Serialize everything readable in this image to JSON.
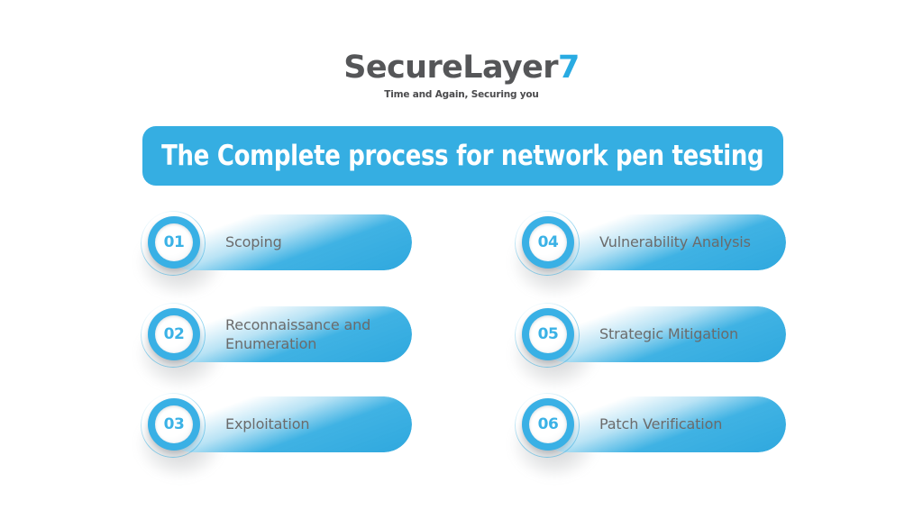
{
  "brand": {
    "name_main": "SecureLayer",
    "name_accent": "7",
    "tagline": "Time and Again, Securing you",
    "color_text": "#555658",
    "color_accent": "#29ABE2"
  },
  "banner": {
    "title": "The Complete process for network pen testing",
    "background_color": "#35AEE2",
    "text_color": "#FFFFFF"
  },
  "theme": {
    "accent_blue": "#39B0E5",
    "border_blue": "#2FA8DE",
    "label_gray": "#6B6B6B",
    "page_background": "#FFFFFF"
  },
  "steps": [
    {
      "number": "01",
      "label": "Scoping",
      "column": "left",
      "row": 1
    },
    {
      "number": "02",
      "label": "Reconnaissance and\nEnumeration",
      "column": "left",
      "row": 2
    },
    {
      "number": "03",
      "label": "Exploitation",
      "column": "left",
      "row": 3
    },
    {
      "number": "04",
      "label": "Vulnerability Analysis",
      "column": "right",
      "row": 1
    },
    {
      "number": "05",
      "label": "Strategic Mitigation",
      "column": "right",
      "row": 2
    },
    {
      "number": "06",
      "label": "Patch Verification",
      "column": "right",
      "row": 3
    }
  ]
}
